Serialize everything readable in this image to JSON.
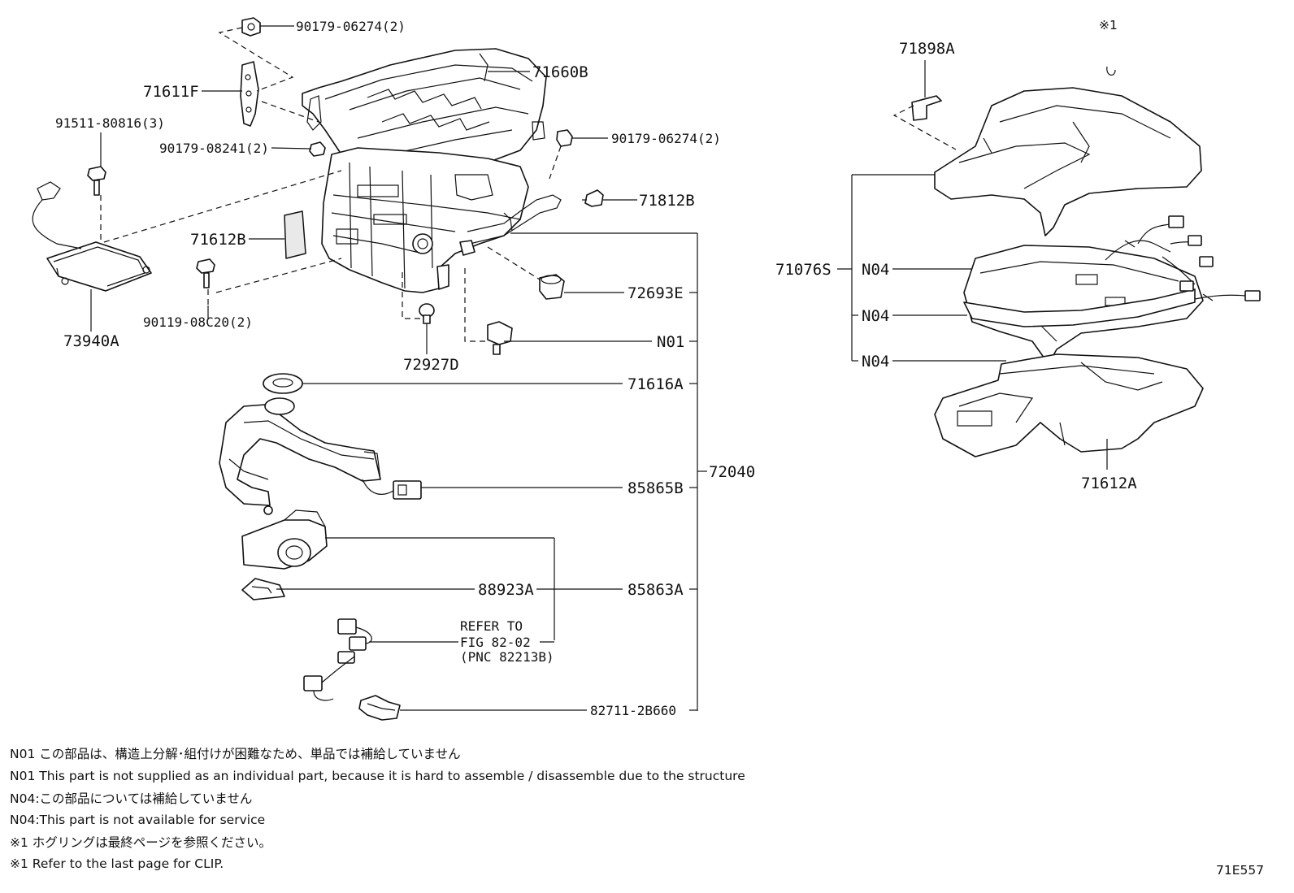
{
  "callouts": {
    "p90179_06274_top": "90179-06274(2)",
    "p71660B": "71660B",
    "p71611F": "71611F",
    "p91511_80816": "91511-80816(3)",
    "p90179_08241": "90179-08241(2)",
    "p90179_06274_right": "90179-06274(2)",
    "p71812B": "71812B",
    "p71612B": "71612B",
    "p72693E": "72693E",
    "p90119_08C20": "90119-08C20(2)",
    "p73940A": "73940A",
    "p72927D": "72927D",
    "pN01": "N01",
    "p71616A": "71616A",
    "p72040": "72040",
    "p85865B": "85865B",
    "p88923A": "88923A",
    "p85863A": "85863A",
    "refer_line1": "REFER TO",
    "refer_line2": "FIG 82-02",
    "refer_line3": "(PNC 82213B)",
    "p82711_2B660": "82711-2B660",
    "p71898A": "71898A",
    "star1_top": "※1",
    "p71076S": "71076S",
    "pN04_a": "N04",
    "pN04_b": "N04",
    "pN04_c": "N04",
    "p71612A": "71612A"
  },
  "notes": [
    "N01 この部品は、構造上分解･組付けが困難なため、単品では補給していません",
    "N01 This part is not supplied as an individual part, because it is hard to assemble / disassemble due to the structure",
    "N04:この部品については補給していません",
    "N04:This part is not available for service",
    "※1 ホグリングは最終ページを参照ください。",
    "※1 Refer to the last page for CLIP."
  ],
  "figure_id": "71E557"
}
